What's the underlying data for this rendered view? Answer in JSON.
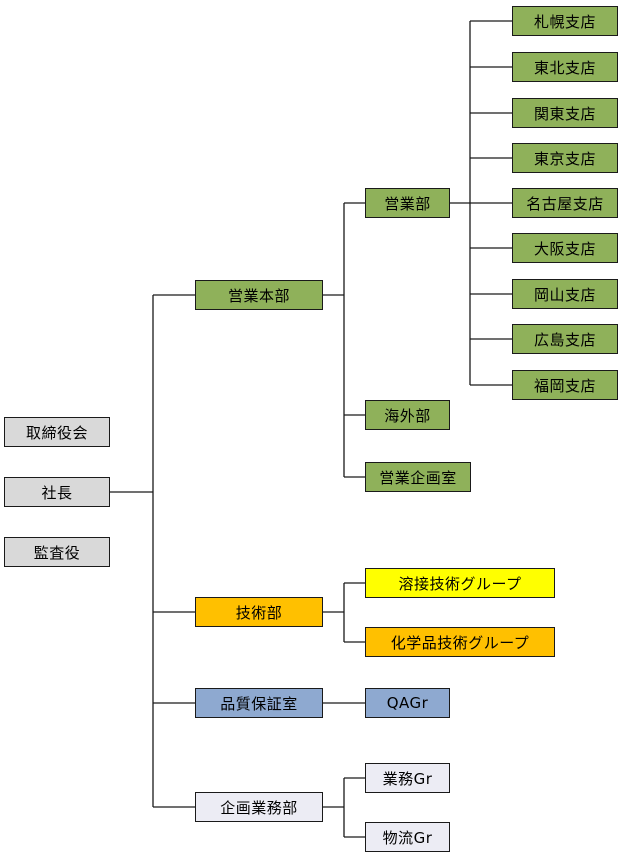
{
  "colors": {
    "gray": "#d9d9d9",
    "green": "#8fb15a",
    "yellow": "#ffff00",
    "orange": "#ffc000",
    "blue": "#8ea9d0",
    "white": "#ececf4",
    "line": "#1a1a1a"
  },
  "executive": {
    "board": "取締役会",
    "president": "社長",
    "auditor": "監査役"
  },
  "sales_hq": {
    "label": "営業本部",
    "sales_dept": "営業部",
    "overseas": "海外部",
    "planning_office": "営業企画室",
    "branches": [
      "札幌支店",
      "東北支店",
      "関東支店",
      "東京支店",
      "名古屋支店",
      "大阪支店",
      "岡山支店",
      "広島支店",
      "福岡支店"
    ]
  },
  "tech": {
    "label": "技術部",
    "welding_group": "溶接技術グループ",
    "chemical_group": "化学品技術グループ"
  },
  "quality": {
    "label": "品質保証室",
    "qa_group": "QAGr"
  },
  "planning": {
    "label": "企画業務部",
    "business_group": "業務Gr",
    "logistics_group": "物流Gr"
  }
}
